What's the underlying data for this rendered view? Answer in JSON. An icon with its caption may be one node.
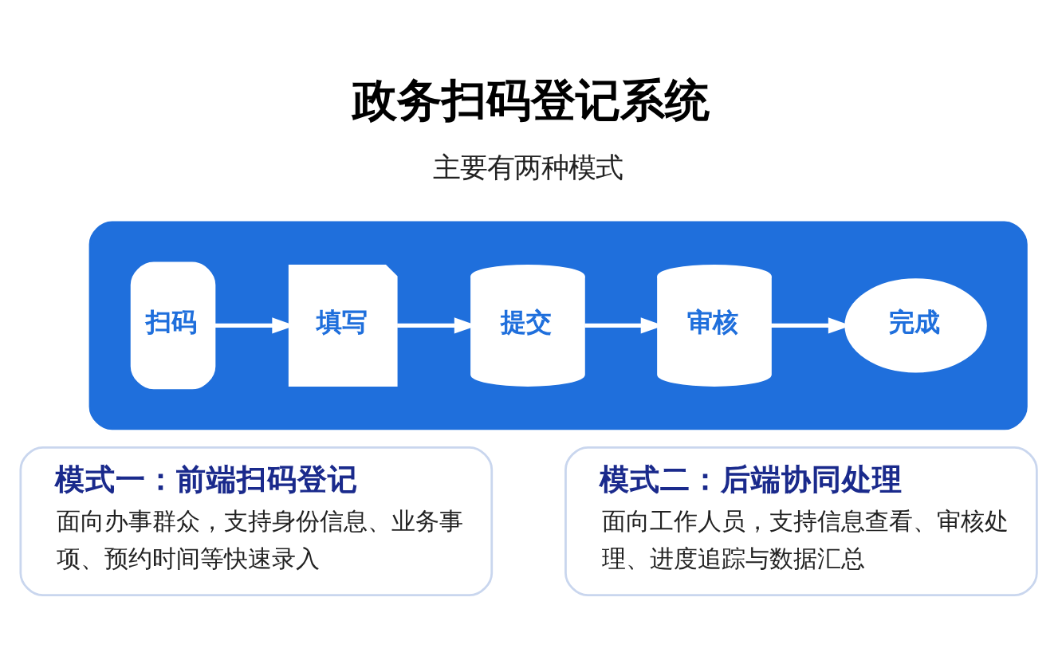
{
  "diagram": {
    "title": "政务扫码登记系统",
    "nodes": [
      {
        "text": [],
        "shape": "box"
      },
      {
        "text": [
          "扫码"
        ],
        "in": 0
      },
      {
        "text": [
          "填写"
        ],
        "in": 0
      },
      {
        "text": [
          "提交"
        ],
        "in": 0
      },
      {
        "text": [
          "审核"
        ],
        "in": 0
      },
      {
        "text": [
          "完成"
        ],
        "in": 0
      },
      {
        "text": [
          "模式一：前端扫码登记",
          "面向办事群众，支持身份信息、业务事项、预约时间等快速录入"
        ]
      },
      {
        "text": [
          "模式二：后端协同处理",
          "面向工作人员，支持信息查看、审核处理、进度追踪与数据汇总"
        ]
      }
    ],
    "edges": [
      {
        "from": 1,
        "to": 2,
        "arrow": "to"
      },
      {
        "from": 2,
        "to": 3,
        "arrow": "to"
      },
      {
        "from": 3,
        "to": 4,
        "arrow": "to"
      },
      {
        "from": 4,
        "to": 5,
        "arrow": "to"
      }
    ],
    "labels": [
      "主要有两种模式"
    ]
  }
}
